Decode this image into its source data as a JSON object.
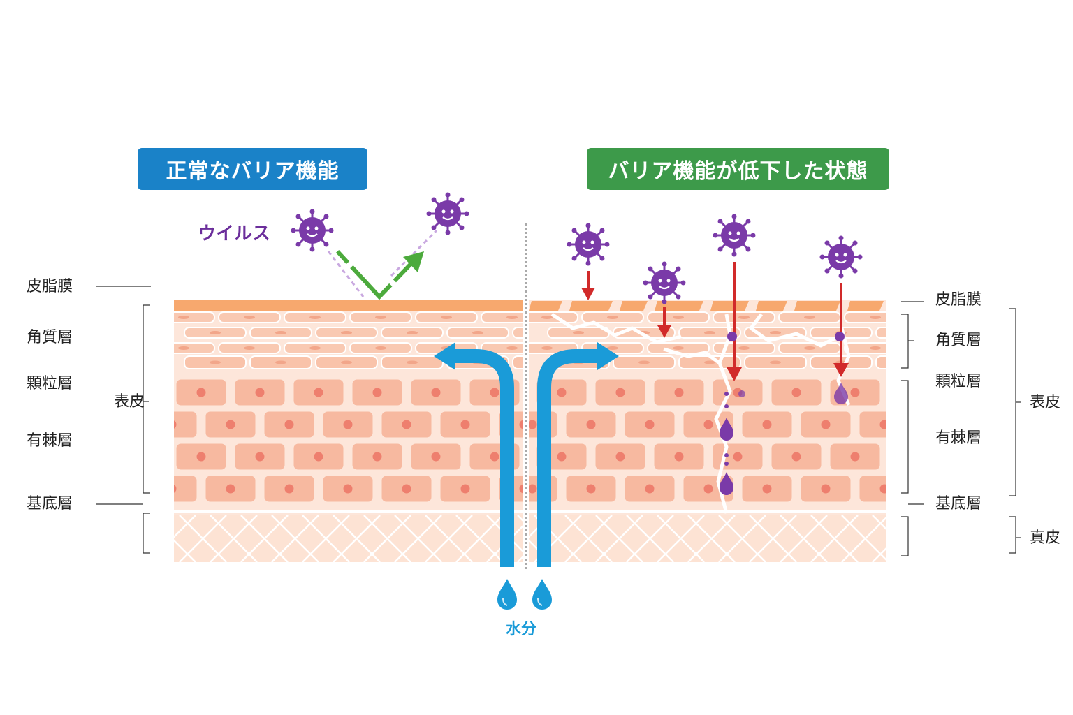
{
  "badges": {
    "normal": "正常なバリア機能",
    "impaired": "バリア機能が低下した状態"
  },
  "labels": {
    "virus": "ウイルス",
    "water": "水分",
    "left": {
      "sebum": "皮脂膜",
      "corneum": "角質層",
      "granular": "顆粒層",
      "epidermis": "表皮",
      "spinous": "有棘層",
      "basal": "基底層"
    },
    "right": {
      "sebum": "皮脂膜",
      "corneum": "角質層",
      "granular": "顆粒層",
      "spinous": "有棘層",
      "basal": "基底層",
      "epidermis": "表皮",
      "dermis": "真皮"
    }
  },
  "colors": {
    "normal_badge": "#1a82c8",
    "impaired_badge": "#3d9a4a",
    "virus": "#7a3aa8",
    "water": "#1a9bd8",
    "intrusion_arrow": "#d12a2a",
    "reflect_arrow": "#4caa3c",
    "skin_cell": "#f7b9a0",
    "sebum": "#f7a86e"
  },
  "icons": [
    "virus-icon",
    "water-drop-icon",
    "arrow-icon"
  ]
}
